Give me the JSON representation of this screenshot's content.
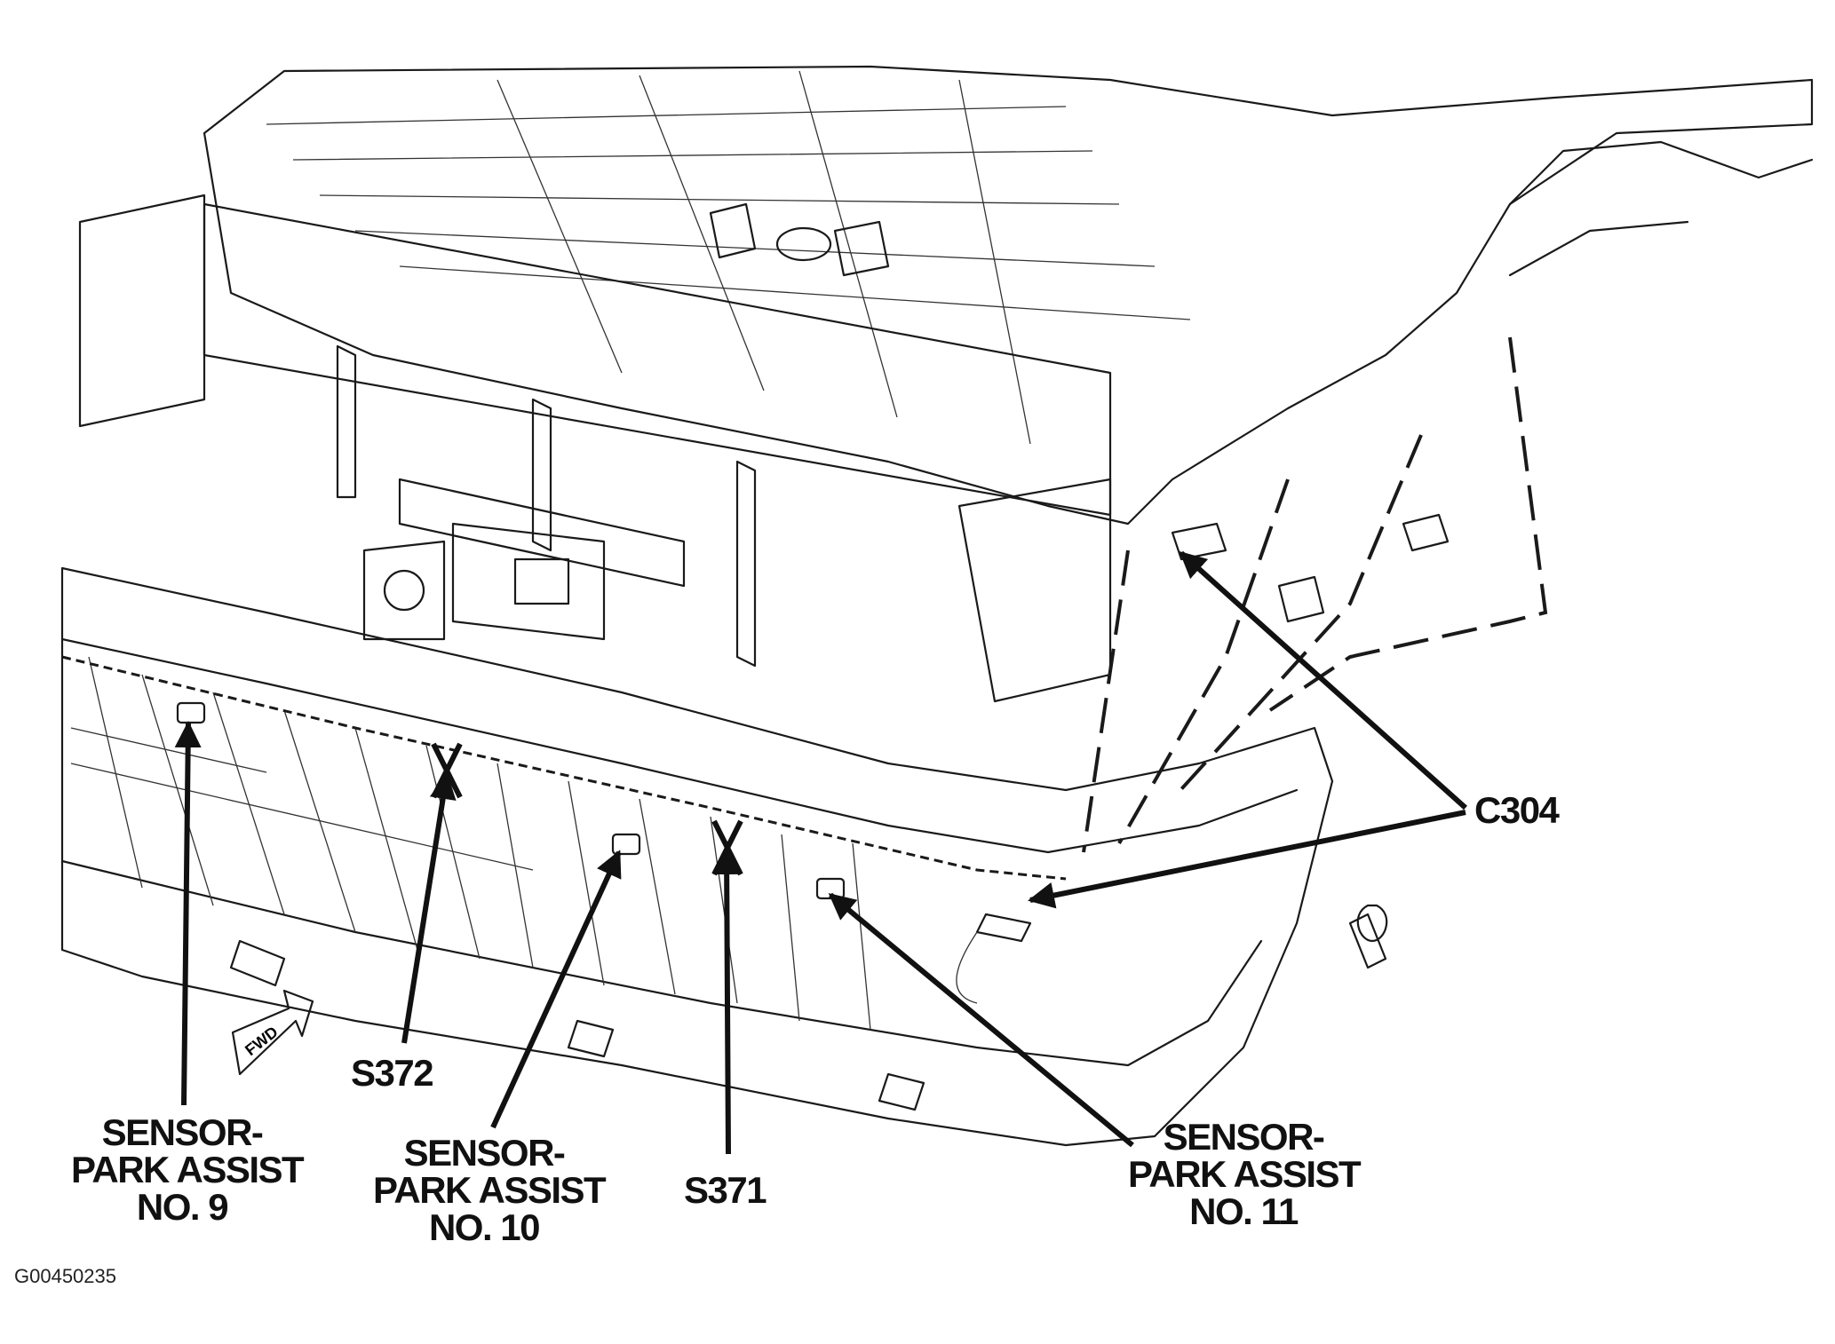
{
  "figure_id": "G00450235",
  "callouts": {
    "c304": "C304",
    "s372": "S372",
    "s371": "S371",
    "sensor_9": [
      "SENSOR-",
      "PARK ASSIST",
      "NO. 9"
    ],
    "sensor_10": [
      "SENSOR-",
      "PARK ASSIST",
      "NO. 10"
    ],
    "sensor_11": [
      "SENSOR-",
      "PARK ASSIST",
      "NO. 11"
    ]
  },
  "fwd_arrow": "FWD"
}
